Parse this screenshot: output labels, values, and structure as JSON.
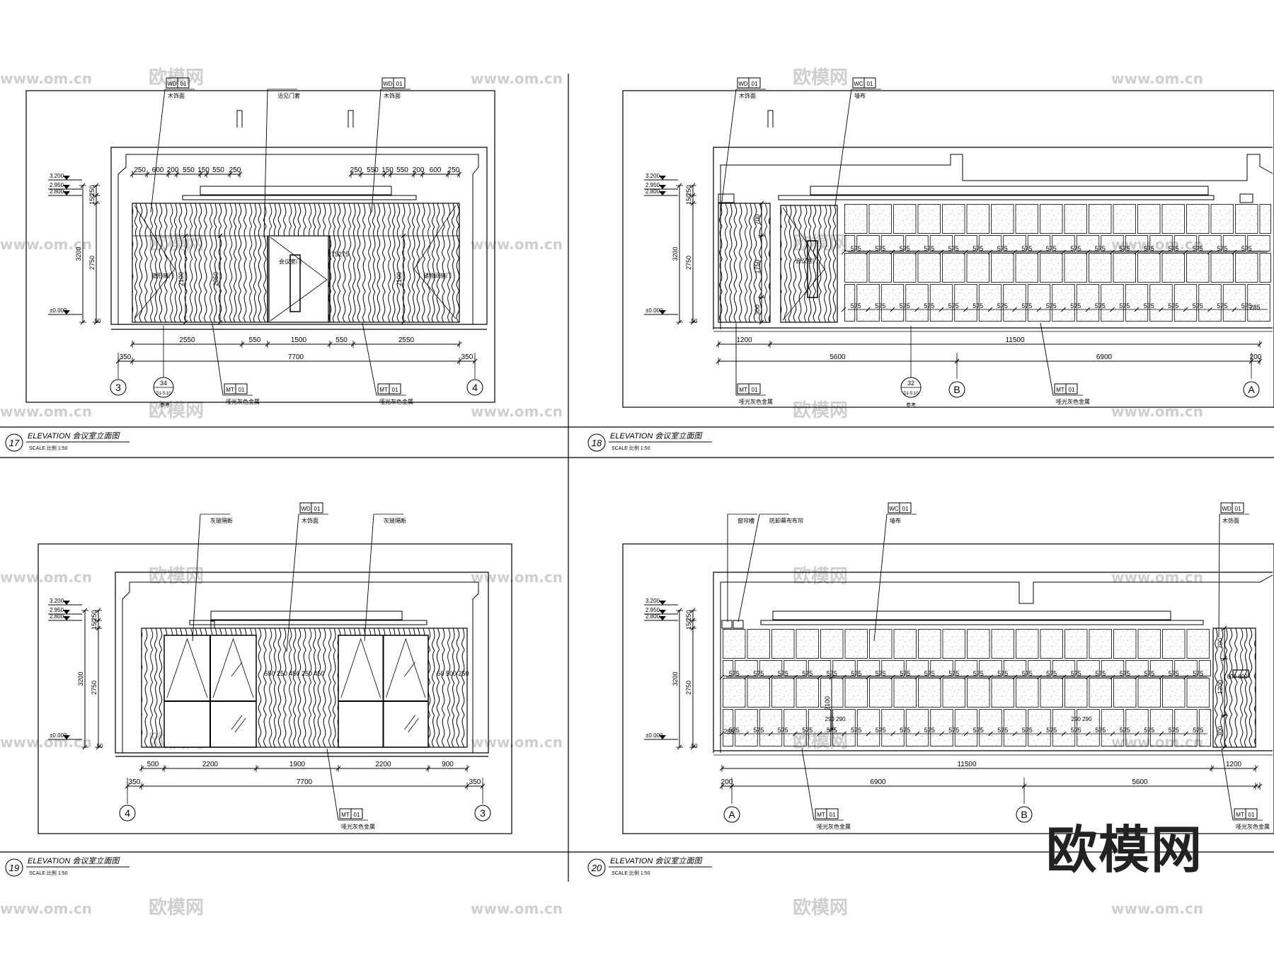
{
  "sheet": {
    "big_watermark": "欧模网",
    "watermark_text": "欧模网",
    "watermark_url": "www.om.cn"
  },
  "panels": [
    {
      "id": "17",
      "title": "ELEVATION 会议室立面图",
      "scale": "SCALE 比例    1:50",
      "axis_left": "3",
      "axis_right": "4",
      "callouts_top": [
        {
          "tag": "WD 01",
          "desc": "木饰面"
        },
        {
          "tag": "",
          "desc": "洽见门套"
        },
        {
          "tag": "WD 01",
          "desc": "木饰面"
        }
      ],
      "callouts_bottom": [
        {
          "tag": "MT 01",
          "desc": "哑光灰色金属"
        },
        {
          "tag": "MT 01",
          "desc": "哑光灰色金属"
        }
      ],
      "section_ref": {
        "num": "34",
        "sheet": "D1-5.10",
        "label": "参考"
      },
      "levels": [
        "3.200",
        "2.950",
        "2.800",
        "±0.000"
      ],
      "vert_dims": [
        "250",
        "150",
        "3200",
        "2750",
        "50"
      ],
      "top_dims_left": [
        "250",
        "600",
        "200",
        "550",
        "150",
        "550",
        "250"
      ],
      "top_dims_right": [
        "250",
        "550",
        "150",
        "550",
        "200",
        "600",
        "250"
      ],
      "bottom_dims_1": [
        "2550",
        "550",
        "1500",
        "550",
        "2550"
      ],
      "bottom_dims_2": [
        "350",
        "7700",
        "350"
      ],
      "inner_dims": [
        "2100",
        "2050",
        "2100",
        "275",
        "275",
        "200"
      ],
      "labels": [
        "隐形暗门",
        "储物间暗门",
        "会议室门"
      ]
    },
    {
      "id": "18",
      "title": "ELEVATION 会议室立面图",
      "scale": "SCALE 比例    1:50",
      "axis_left": "B",
      "axis_right": "A",
      "callouts_top": [
        {
          "tag": "WD 01",
          "desc": "木饰面"
        },
        {
          "tag": "WC 01",
          "desc": "墙布"
        }
      ],
      "callouts_bottom": [
        {
          "tag": "MT 01",
          "desc": "哑光灰色金属"
        },
        {
          "tag": "MT 01",
          "desc": "哑光灰色金属"
        }
      ],
      "section_ref": {
        "num": "32",
        "sheet": "D1-5.10",
        "label": "参考"
      },
      "levels": [
        "3.200",
        "2.950",
        "2.800",
        "±0.000"
      ],
      "vert_dims": [
        "250",
        "150",
        "3200",
        "2750",
        "50"
      ],
      "tile_dim": "575",
      "end_dim": "285",
      "bottom_dims_1": [
        "1200",
        "11500"
      ],
      "bottom_dims_2": [
        "5600",
        "6900",
        "200"
      ],
      "inner_dims": [
        "700",
        "1750",
        "300"
      ],
      "labels": [
        "会议室门"
      ]
    },
    {
      "id": "19",
      "title": "ELEVATION 会议室立面图",
      "scale": "SCALE 比例    1:50",
      "axis_left": "4",
      "axis_right": "3",
      "callouts_top": [
        {
          "tag": "",
          "desc": "灰玻隔断"
        },
        {
          "tag": "WD 01",
          "desc": "木饰面"
        },
        {
          "tag": "",
          "desc": "灰玻隔断"
        }
      ],
      "callouts_bottom": [
        {
          "tag": "MT 01",
          "desc": "哑光灰色金属"
        }
      ],
      "levels": [
        "3.200",
        "2.950",
        "2.800",
        "±0.000"
      ],
      "vert_dims": [
        "250",
        "150",
        "3200",
        "2750",
        "50"
      ],
      "bottom_dims_1": [
        "500",
        "2200",
        "1900",
        "2200",
        "900"
      ],
      "bottom_dims_2": [
        "350",
        "7700",
        "350"
      ],
      "inner_dims": [
        "550",
        "250",
        "450",
        "250",
        "450",
        "50",
        "500",
        "250"
      ]
    },
    {
      "id": "20",
      "title": "ELEVATION 会议室立面图",
      "scale": "SCALE 比例    1:50",
      "axis_left": "A",
      "axis_right": "B",
      "callouts_top": [
        {
          "tag": "",
          "desc": "窗帘槽"
        },
        {
          "tag": "",
          "desc": "防卸幕布布帘"
        },
        {
          "tag": "WC 01",
          "desc": "墙布"
        },
        {
          "tag": "WD 01",
          "desc": "木饰面"
        }
      ],
      "callouts_bottom": [
        {
          "tag": "MT 01",
          "desc": "哑光灰色金属"
        },
        {
          "tag": "MT 01",
          "desc": "哑光灰色金属"
        }
      ],
      "levels": [
        "3.200",
        "2.950",
        "2.800",
        "±0.000"
      ],
      "vert_dims": [
        "250",
        "150",
        "3200",
        "2750",
        "50"
      ],
      "tile_dim": "575",
      "end_dim": "285",
      "bottom_dims_1": [
        "11500",
        "1200"
      ],
      "bottom_dims_2": [
        "200",
        "6900",
        "5600"
      ],
      "inner_dims": [
        "2100",
        "290",
        "290",
        "700",
        "1200",
        "800",
        "600",
        "300"
      ]
    }
  ]
}
